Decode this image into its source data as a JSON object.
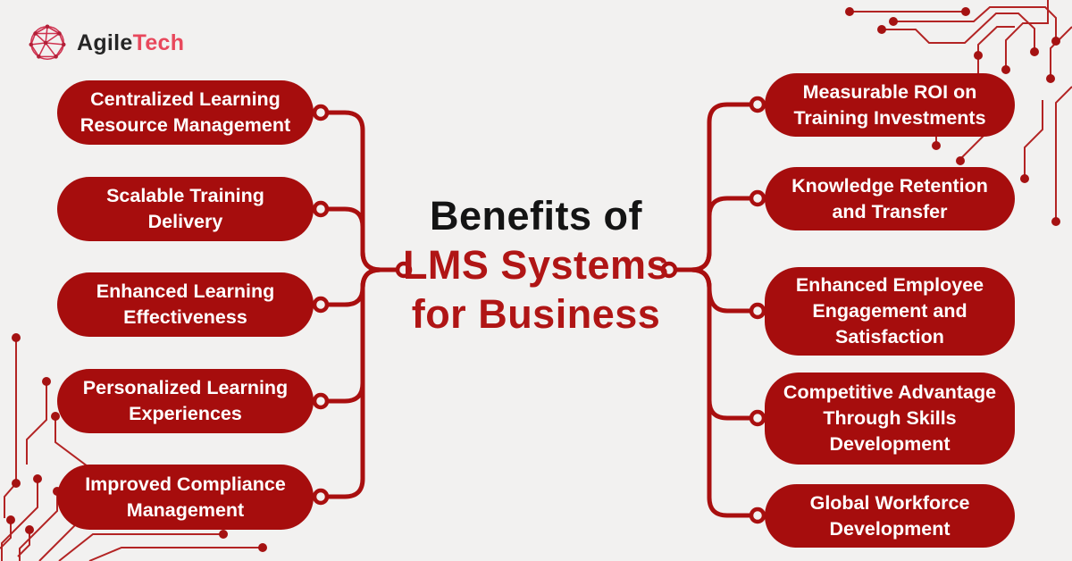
{
  "brand": {
    "name_part1": "Agile",
    "name_part2": "Tech",
    "icon": "network-sphere-icon"
  },
  "title": {
    "line1": "Benefits of",
    "line2": "LMS Systems",
    "line3": "for Business"
  },
  "left_benefits": [
    "Centralized Learning\nResource Management",
    "Scalable Training\nDelivery",
    "Enhanced Learning\nEffectiveness",
    "Personalized Learning\nExperiences",
    "Improved Compliance\nManagement"
  ],
  "right_benefits": [
    "Measurable ROI on\nTraining Investments",
    "Knowledge Retention\nand Transfer",
    "Enhanced Employee\nEngagement and\nSatisfaction",
    "Competitive Advantage\nThrough Skills\nDevelopment",
    "Global Workforce\nDevelopment"
  ],
  "colors": {
    "background": "#F2F1F0",
    "box_red": "#A60D0D",
    "connector_red": "#A90F0F",
    "title_black": "#141414",
    "title_red": "#B01515",
    "box_text": "#FFFFFF",
    "brand_dark": "#262626",
    "brand_pink": "#E8485C",
    "circuit_red": "#B32424"
  }
}
